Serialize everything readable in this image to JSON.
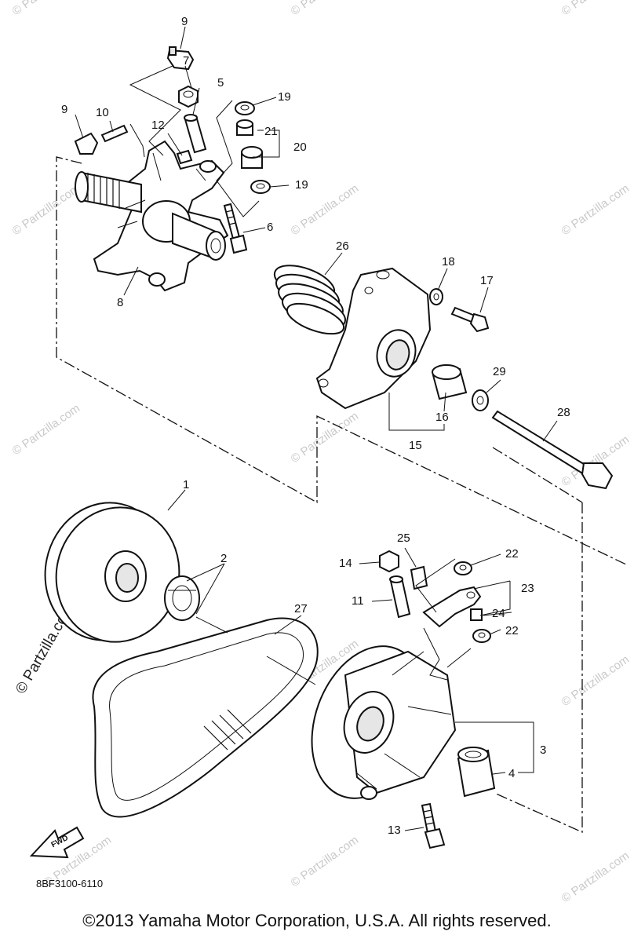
{
  "diagram": {
    "part_numbers": [
      "1",
      "2",
      "3",
      "4",
      "5",
      "6",
      "7",
      "8",
      "9",
      "9",
      "10",
      "11",
      "12",
      "13",
      "14",
      "15",
      "16",
      "17",
      "18",
      "19",
      "19",
      "20",
      "21",
      "22",
      "22",
      "23",
      "24",
      "25",
      "26",
      "27",
      "28",
      "29"
    ],
    "ref_code": "8BF3100-6110",
    "fwd_label": "FWD",
    "watermark_text": "© Partzilla.com",
    "copyright": "©2013  Yamaha Motor Corporation, U.S.A. All rights reserved."
  }
}
